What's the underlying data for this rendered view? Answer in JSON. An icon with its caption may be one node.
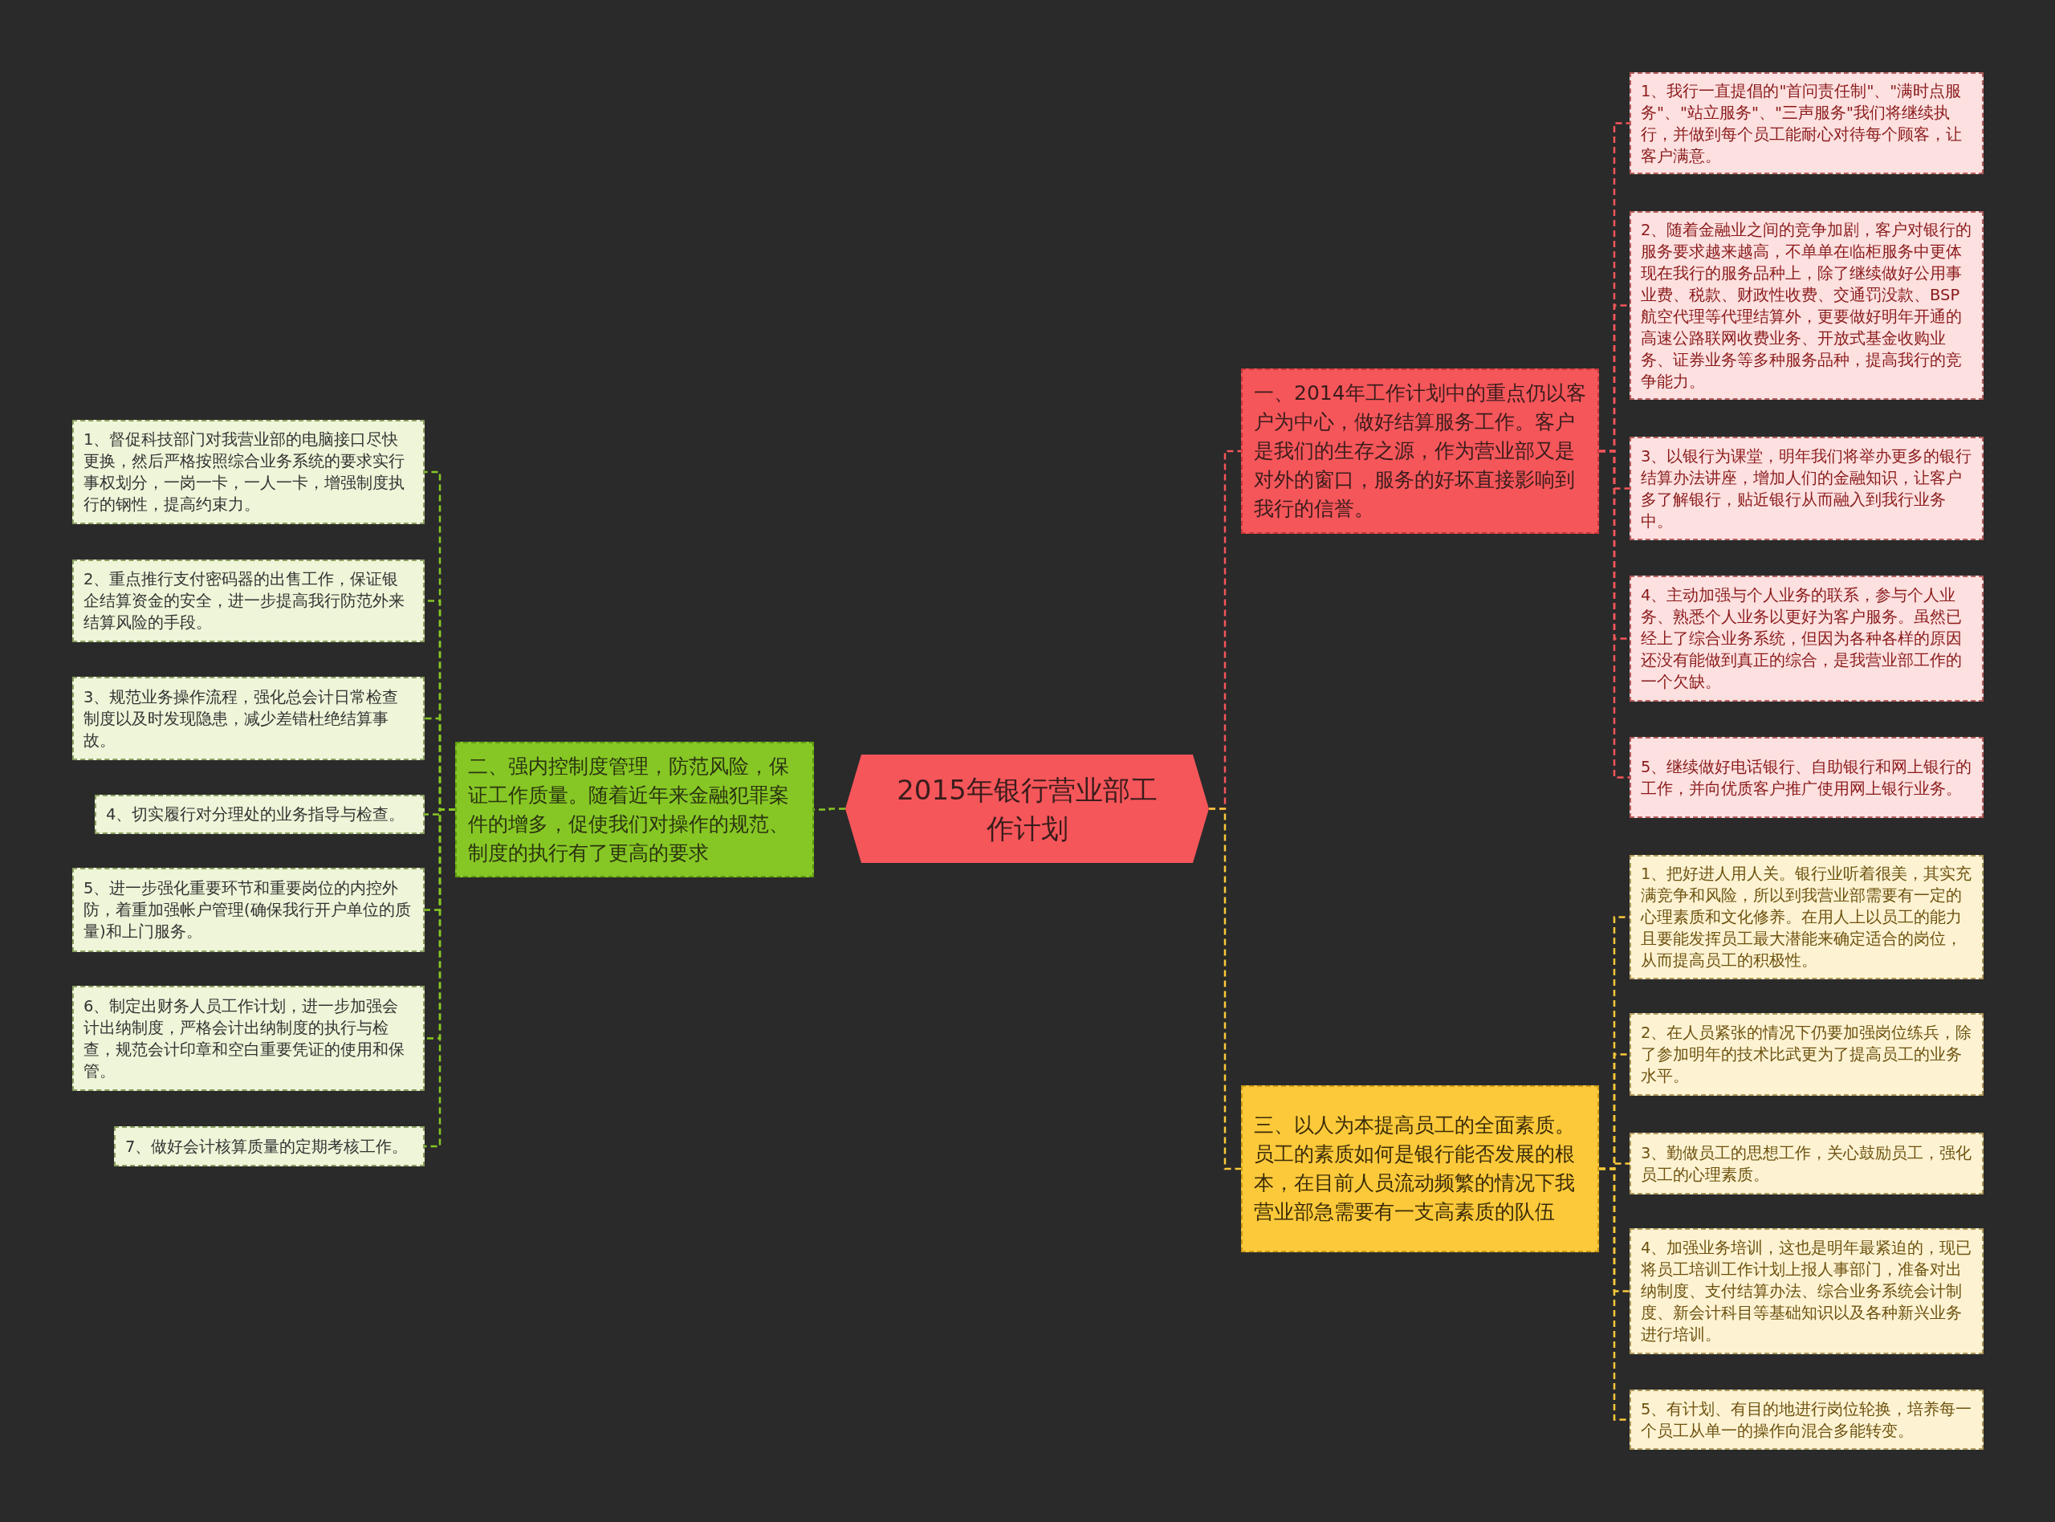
{
  "diagram": {
    "nodes": [
      {
        "text": [
          "2015年银行营业部工作计划"
        ]
      },
      {
        "text": [
          "一、2014年工作计划中的重点仍以客户为中心，做好结算服务工作。客户是我们的生存之源，作为营业部又是对外的窗口，服务的好坏直接影响到我行的信誉。"
        ]
      },
      {
        "text": [
          "1、我行一直提倡的\"首问责任制\"、\"满时点服务\"、\"站立服务\"、\"三声服务\"我们将继续执行，并做到每个员工能耐心对待每个顾客，让客户满意。"
        ]
      },
      {
        "text": [
          "2、随着金融业之间的竞争加剧，客户对银行的服务要求越来越高，不单单在临柜服务中更体现在我行的服务品种上，除了继续做好公用事业费、税款、财政性收费、交通罚没款、BSP航空代理等代理结算外，更要做好明年开通的高速公路联网收费业务、开放式基金收购业务、证券业务等多种服务品种，提高我行的竞争能力。"
        ]
      },
      {
        "text": [
          "3、以银行为课堂，明年我们将举办更多的银行结算办法讲座，增加人们的金融知识，让客户多了解银行，贴近银行从而融入到我行业务中。"
        ]
      },
      {
        "text": [
          "4、主动加强与个人业务的联系，参与个人业务、熟悉个人业务以更好为客户服务。虽然已经上了综合业务系统，但因为各种各样的原因还没有能做到真正的综合，是我营业部工作的一个欠缺。"
        ]
      },
      {
        "text": [
          "5、继续做好电话银行、自助银行和网上银行的工作，并向优质客户推广使用网上银行业务。"
        ]
      },
      {
        "text": [
          "二、强内控制度管理，防范风险，保证工作质量。随着近年来金融犯罪案件的增多，促使我们对操作的规范、制度的执行有了更高的要求"
        ]
      },
      {
        "text": [
          "1、督促科技部门对我营业部的电脑接口尽快更换，然后严格按照综合业务系统的要求实行事权划分，一岗一卡，一人一卡，增强制度执行的钢性，提高约束力。"
        ]
      },
      {
        "text": [
          "2、重点推行支付密码器的出售工作，保证银企结算资金的安全，进一步提高我行防范外来结算风险的手段。"
        ]
      },
      {
        "text": [
          "3、规范业务操作流程，强化总会计日常检查制度以及时发现隐患，减少差错杜绝结算事故。"
        ]
      },
      {
        "text": [
          "4、切实履行对分理处的业务指导与检查。"
        ]
      },
      {
        "text": [
          "5、进一步强化重要环节和重要岗位的内控外防，着重加强帐户管理(确保我行开户单位的质量)和上门服务。"
        ]
      },
      {
        "text": [
          "6、制定出财务人员工作计划，进一步加强会计出纳制度，严格会计出纳制度的执行与检查，规范会计印章和空白重要凭证的使用和保管。"
        ]
      },
      {
        "text": [
          "7、做好会计核算质量的定期考核工作。"
        ]
      },
      {
        "text": [
          "三、以人为本提高员工的全面素质。员工的素质如何是银行能否发展的根本，在目前人员流动频繁的情况下我营业部急需要有一支高素质的队伍"
        ]
      },
      {
        "text": [
          "1、把好进人用人关。银行业听着很美，其实充满竞争和风险，所以到我营业部需要有一定的心理素质和文化修养。在用人上以员工的能力且要能发挥员工最大潜能来确定适合的岗位，从而提高员工的积极性。"
        ]
      },
      {
        "text": [
          "2、在人员紧张的情况下仍要加强岗位练兵，除了参加明年的技术比武更为了提高员工的业务水平。"
        ]
      },
      {
        "text": [
          "3、勤做员工的思想工作，关心鼓励员工，强化员工的心理素质。"
        ]
      },
      {
        "text": [
          "4、加强业务培训，这也是明年最紧迫的，现已将员工培训工作计划上报人事部门，准备对出纳制度、支付结算办法、综合业务系统会计制度、新会计科目等基础知识以及各种新兴业务进行培训。"
        ]
      },
      {
        "text": [
          "5、有计划、有目的地进行岗位轮换，培养每一个员工从单一的操作向混合多能转变。"
        ]
      }
    ],
    "edges": [
      {
        "from": 0,
        "to": 1,
        "arrow": "none",
        "style": "dashed",
        "color": "#f5565a"
      },
      {
        "from": 1,
        "to": 2,
        "arrow": "none",
        "style": "dashed",
        "color": "#f5565a"
      },
      {
        "from": 1,
        "to": 3,
        "arrow": "none",
        "style": "dashed",
        "color": "#f5565a"
      },
      {
        "from": 1,
        "to": 4,
        "arrow": "none",
        "style": "dashed",
        "color": "#f5565a"
      },
      {
        "from": 1,
        "to": 5,
        "arrow": "none",
        "style": "dashed",
        "color": "#f5565a"
      },
      {
        "from": 1,
        "to": 6,
        "arrow": "none",
        "style": "dashed",
        "color": "#f5565a"
      },
      {
        "from": 0,
        "to": 7,
        "arrow": "none",
        "style": "dashed",
        "color": "#86c725"
      },
      {
        "from": 7,
        "to": 8,
        "arrow": "none",
        "style": "dashed",
        "color": "#86c725"
      },
      {
        "from": 7,
        "to": 9,
        "arrow": "none",
        "style": "dashed",
        "color": "#86c725"
      },
      {
        "from": 7,
        "to": 10,
        "arrow": "none",
        "style": "dashed",
        "color": "#86c725"
      },
      {
        "from": 7,
        "to": 11,
        "arrow": "none",
        "style": "dashed",
        "color": "#86c725"
      },
      {
        "from": 7,
        "to": 12,
        "arrow": "none",
        "style": "dashed",
        "color": "#86c725"
      },
      {
        "from": 7,
        "to": 13,
        "arrow": "none",
        "style": "dashed",
        "color": "#86c725"
      },
      {
        "from": 7,
        "to": 14,
        "arrow": "none",
        "style": "dashed",
        "color": "#86c725"
      },
      {
        "from": 0,
        "to": 15,
        "arrow": "none",
        "style": "dashed",
        "color": "#fcc93a"
      },
      {
        "from": 15,
        "to": 16,
        "arrow": "none",
        "style": "dashed",
        "color": "#fcc93a"
      },
      {
        "from": 15,
        "to": 17,
        "arrow": "none",
        "style": "dashed",
        "color": "#fcc93a"
      },
      {
        "from": 15,
        "to": 18,
        "arrow": "none",
        "style": "dashed",
        "color": "#fcc93a"
      },
      {
        "from": 15,
        "to": 19,
        "arrow": "none",
        "style": "dashed",
        "color": "#fcc93a"
      },
      {
        "from": 15,
        "to": 20,
        "arrow": "none",
        "style": "dashed",
        "color": "#fcc93a"
      }
    ]
  }
}
